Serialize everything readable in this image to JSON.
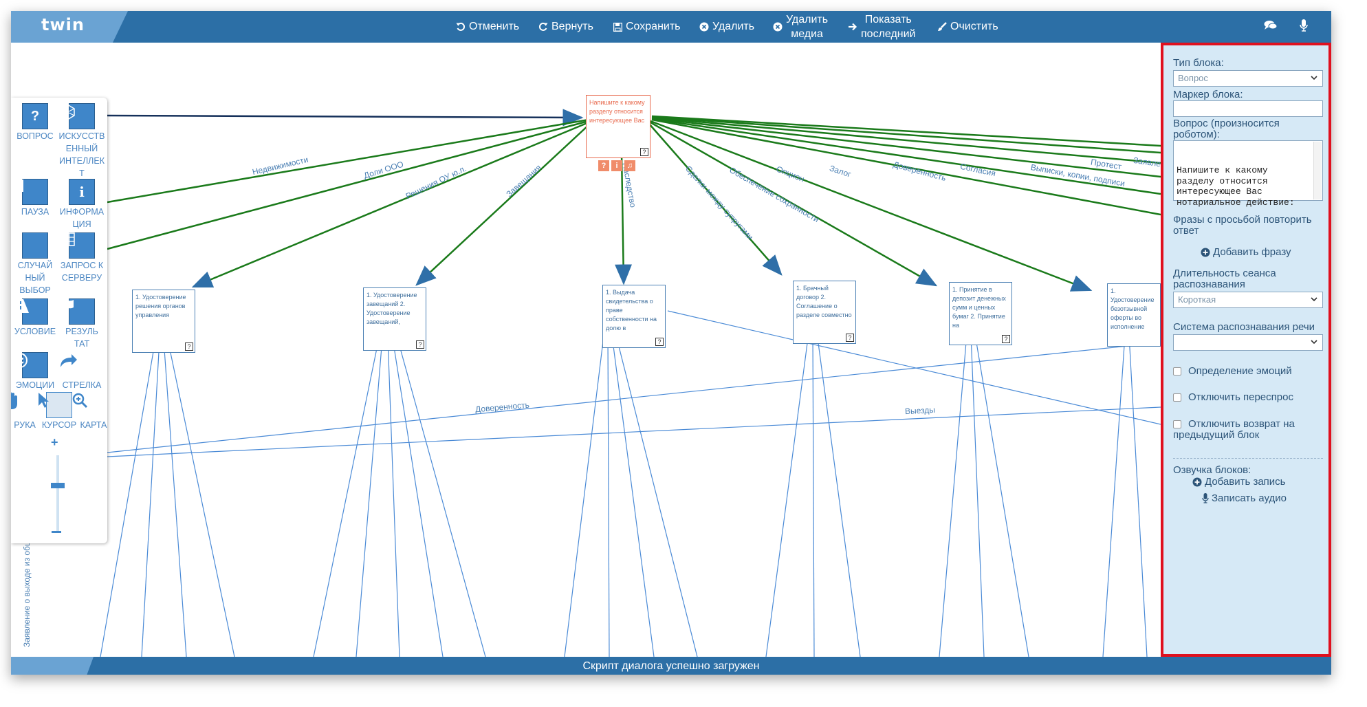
{
  "app": {
    "logo": "twin"
  },
  "toolbar": {
    "undo": "Отменить",
    "redo": "Вернуть",
    "save": "Сохранить",
    "delete": "Удалить",
    "delete_media_1": "Удалить",
    "delete_media_2": "медиа",
    "show_last_1": "Показать",
    "show_last_2": "последний",
    "clear": "Очистить",
    "icons": {
      "undo": "undo-icon",
      "redo": "redo-icon",
      "save": "floppy-icon",
      "delete": "x-circle-icon",
      "delete_media": "x-circle-icon",
      "show_last": "arrow-right-icon",
      "clear": "brush-icon",
      "chat": "chat-icon",
      "mic": "microphone-icon"
    }
  },
  "palette": {
    "question": "ВОПРОС",
    "ai_1": "ИСКУССТВ",
    "ai_2": "ЕННЫЙ",
    "ai_3": "ИНТЕЛЛЕК",
    "ai_4": "Т",
    "pause": "ПАУЗА",
    "info_1": "ИНФОРМА",
    "info_2": "ЦИЯ",
    "random_1": "СЛУЧАЙ",
    "random_2": "НЫЙ",
    "random_3": "ВЫБОР",
    "server_1": "ЗАПРОС К",
    "server_2": "СЕРВЕРУ",
    "condition": "УСЛОВИЕ",
    "result_1": "РЕЗУЛЬ",
    "result_2": "ТАТ",
    "emotion": "ЭМОЦИИ",
    "arrow": "СТРЕЛКА",
    "hand": "РУКА",
    "cursor": "КУРСОР",
    "map": "КАРТА"
  },
  "canvas": {
    "root_text": "Напишите к какому разделу относится интересующее Вас",
    "root_buttons": [
      "?",
      "i",
      "♫"
    ],
    "nodes": [
      {
        "text": "1. Удостоверение решения органов управления"
      },
      {
        "text": "1. Удостоверение завещаний 2. Удостоверение завещаний,"
      },
      {
        "text": "1. Выдача свидетельства о праве собственности на долю в"
      },
      {
        "text": "1. Брачный договор 2. Соглашение о разделе совместно"
      },
      {
        "text": "1. Принятие в депозит денежных сумм и ценных бумаг 2. Принятие на"
      },
      {
        "text": "1. Удостоверение безотзывной оферты во исполнение"
      }
    ],
    "edge_labels": [
      "Недвижимости",
      "Доли ООО",
      "Решения ОУ ю.л.",
      "Завещания",
      "Наследство",
      "Сделки между супругами",
      "Обеспечение сохранности",
      "Опцион",
      "Залог",
      "Доверенность",
      "Согласия",
      "Выписки, копии, подписи",
      "Протест",
      "Заявления"
    ],
    "cross_labels": [
      "Доверенность",
      "Выезды"
    ],
    "side_label": "Заявление о выходе из общества",
    "badge": "?"
  },
  "panel": {
    "block_type_label": "Тип блока:",
    "block_type_value": "Вопрос",
    "marker_label": "Маркер блока:",
    "marker_value": "",
    "question_label_1": "Вопрос (произносится",
    "question_label_2": "роботом):",
    "question_value": "Напишите к какому разделу относится интересующее Вас нотариальное действие:",
    "repeat_label_1": "Фразы с просьбой повторить",
    "repeat_label_2": "ответ",
    "add_phrase": "Добавить фразу",
    "duration_label_1": "Длительность сеанса",
    "duration_label_2": "распознавания",
    "duration_value": "Короткая",
    "asr_label": "Система распознавания речи",
    "asr_value": "",
    "emotion_check": "Определение эмоций",
    "reask_check": "Отключить переспрос",
    "return_check_1": "Отключить возврат на",
    "return_check_2": "предыдущий блок",
    "voice_label": "Озвучка блоков:",
    "add_record": "Добавить запись",
    "record_audio": "Записать аудио"
  },
  "status": {
    "text": "Скрипт диалога успешно загружен"
  },
  "colors": {
    "toolbar": "#2c6fa6",
    "panel_bg": "#d6e9f6",
    "highlight": "#e0101e",
    "edge_green": "#1a7a1a",
    "edge_blue": "#4a8ad6",
    "root_accent": "#e86a4e"
  }
}
